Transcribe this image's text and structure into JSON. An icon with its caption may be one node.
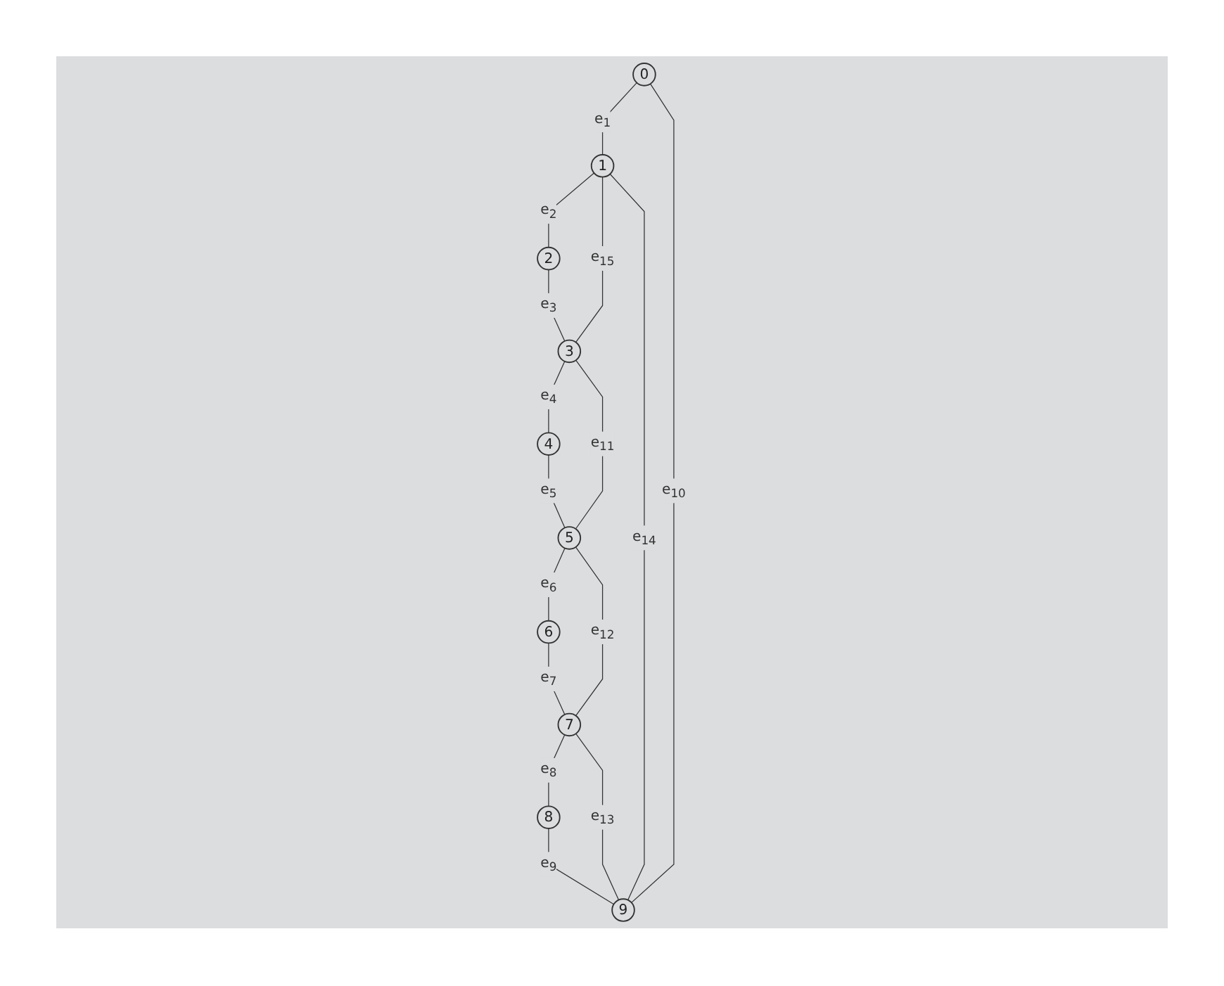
{
  "diagram": {
    "nodes": [
      {
        "text": [
          "0"
        ]
      },
      {
        "text": [
          "1"
        ]
      },
      {
        "text": [
          "2"
        ]
      },
      {
        "text": [
          "3"
        ]
      },
      {
        "text": [
          "4"
        ]
      },
      {
        "text": [
          "5"
        ]
      },
      {
        "text": [
          "6"
        ]
      },
      {
        "text": [
          "7"
        ]
      },
      {
        "text": [
          "8"
        ]
      },
      {
        "text": [
          "9"
        ]
      }
    ],
    "edges": [
      {
        "from": 0,
        "to": 1,
        "arrow": "none",
        "label": "e$_{1}$"
      },
      {
        "from": 1,
        "to": 2,
        "arrow": "none",
        "label": "e$_{2}$"
      },
      {
        "from": 2,
        "to": 3,
        "arrow": "none",
        "label": "e$_{3}$"
      },
      {
        "from": 3,
        "to": 4,
        "arrow": "none",
        "label": "e$_{4}$"
      },
      {
        "from": 4,
        "to": 5,
        "arrow": "none",
        "label": "e$_{5}$"
      },
      {
        "from": 5,
        "to": 6,
        "arrow": "none",
        "label": "e$_{6}$"
      },
      {
        "from": 6,
        "to": 7,
        "arrow": "none",
        "label": "e$_{7}$"
      },
      {
        "from": 7,
        "to": 8,
        "arrow": "none",
        "label": "e$_{8}$"
      },
      {
        "from": 8,
        "to": 9,
        "arrow": "none",
        "label": "e$_{9}$"
      },
      {
        "from": 0,
        "to": 9,
        "arrow": "none",
        "label": "e$_{10}$"
      },
      {
        "from": 3,
        "to": 5,
        "arrow": "none",
        "label": "e$_{11}$"
      },
      {
        "from": 5,
        "to": 7,
        "arrow": "none",
        "label": "e$_{12}$"
      },
      {
        "from": 9,
        "to": 7,
        "arrow": "none",
        "label": "e$_{13}$"
      },
      {
        "from": 9,
        "to": 1,
        "arrow": "none",
        "label": "e$_{14}$"
      },
      {
        "from": 1,
        "to": 3,
        "arrow": "none",
        "label": "e$_{15}$"
      }
    ]
  }
}
